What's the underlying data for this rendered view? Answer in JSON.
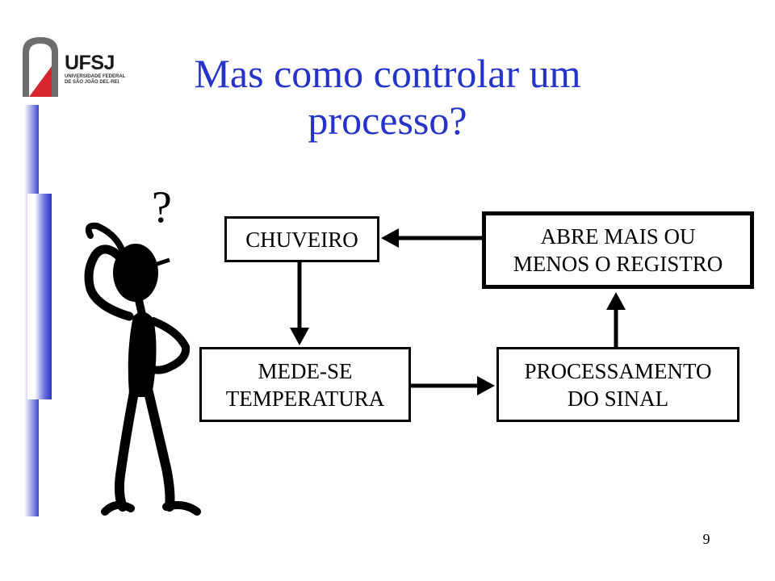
{
  "logo": {
    "wordmark": "UFSJ",
    "line1": "UNIVERSIDADE FEDERAL",
    "line2": "DE SÃO JOÃO DEL-REI"
  },
  "title": {
    "line1": "Mas como controlar um",
    "line2": "processo?"
  },
  "figure": {
    "question_mark": "?"
  },
  "boxes": {
    "chuveiro": "CHUVEIRO",
    "registro_line1": "ABRE MAIS OU",
    "registro_line2": "MENOS O REGISTRO",
    "mede_line1": "MEDE-SE",
    "mede_line2": "TEMPERATURA",
    "proc_line1": "PROCESSAMENTO",
    "proc_line2": "DO SINAL"
  },
  "page_number": "9",
  "colors": {
    "title": "#2433c8",
    "accent_bar": "#3a44c8",
    "logo_red": "#d7262c"
  }
}
